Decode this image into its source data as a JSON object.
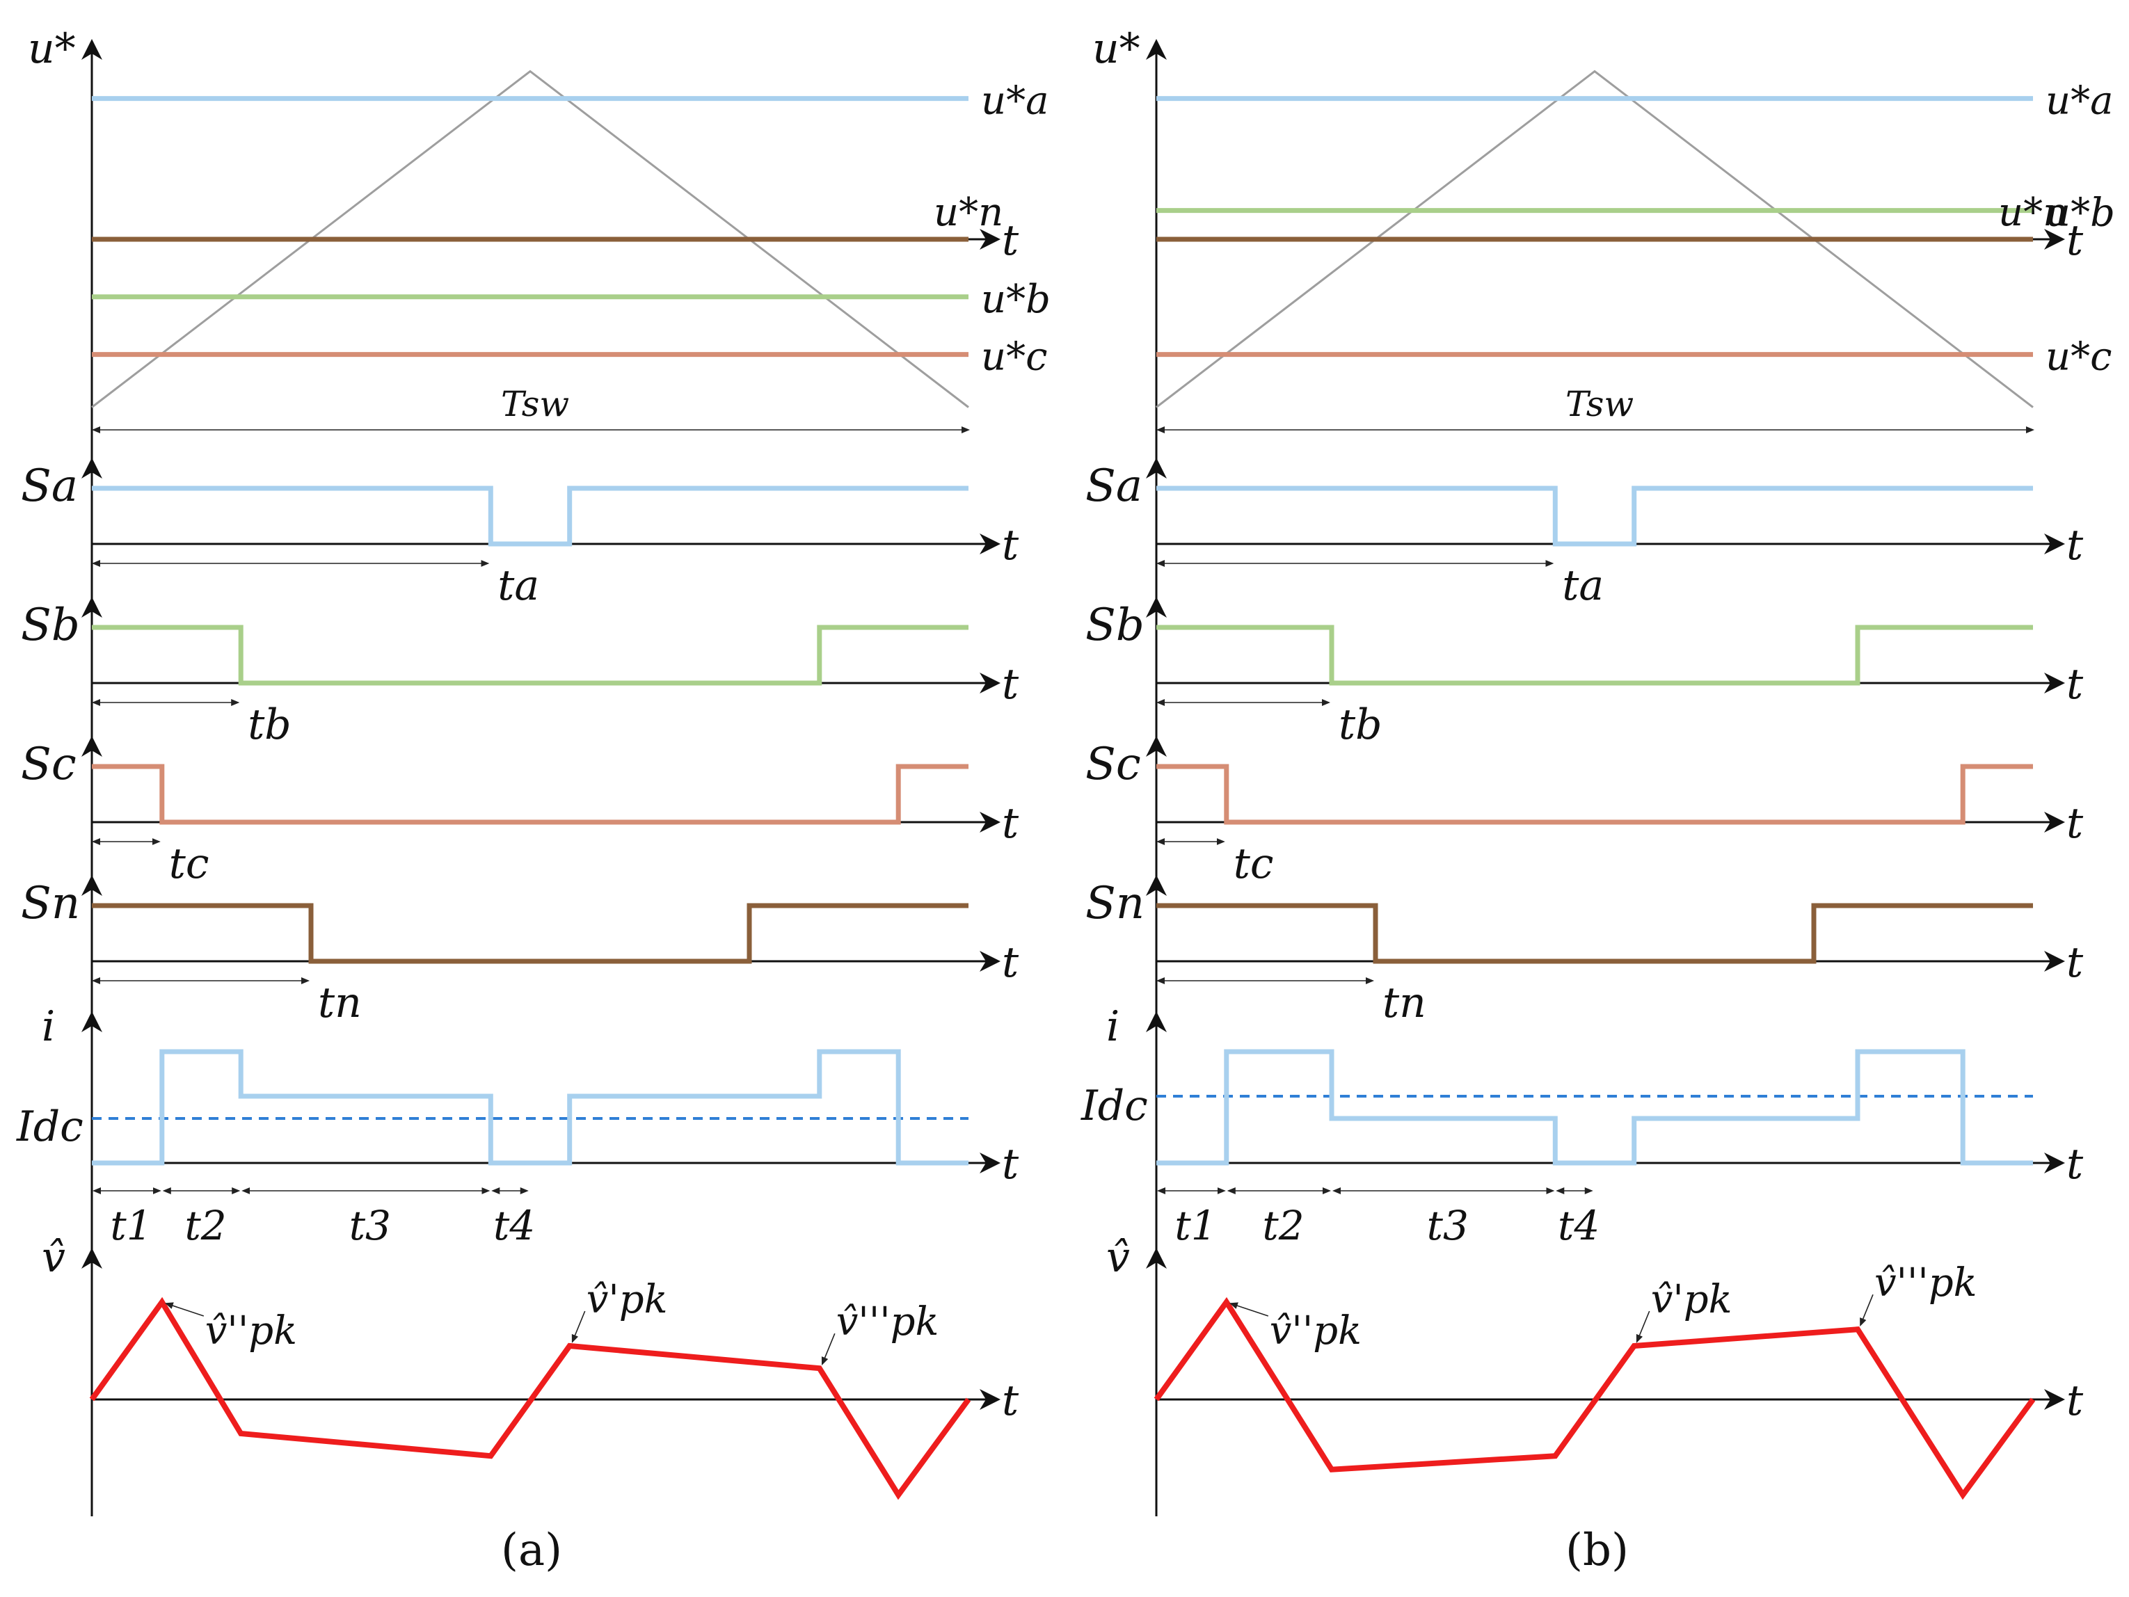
{
  "colors": {
    "phase_a": "#a8d0ee",
    "phase_b": "#a9cf8a",
    "phase_c": "#d58d74",
    "neutral": "#8a5f3a",
    "carrier": "#9e9e9e",
    "idc": "#2f7fd6",
    "vpk": "#ee1d1d"
  },
  "labels": {
    "u_star": "u*",
    "t": "t",
    "ua": "u*a",
    "un": "u*n",
    "ub": "u*b",
    "uc": "u*c",
    "tsw": "Tsw",
    "Sa": "Sa",
    "Sb": "Sb",
    "Sc": "Sc",
    "Sn": "Sn",
    "ta": "ta",
    "tb": "tb",
    "tc": "tc",
    "tn": "tn",
    "i": "i",
    "idc": "Idc",
    "t1": "t1",
    "t2": "t2",
    "t3": "t3",
    "t4": "t4",
    "vhat": "v̂",
    "vpk2": "v̂''pk",
    "vpk1": "v̂'pk",
    "vpk3": "v̂'''pk"
  },
  "panels": [
    {
      "caption": "(a)",
      "ref": {
        "ua": 0.88,
        "un": 0.0,
        "ub": -0.36,
        "uc": -0.72
      },
      "switch_times": {
        "ta": 0.455,
        "tb": 0.17,
        "tc": 0.08,
        "tn": 0.25
      },
      "current_levels": {
        "t2": 1.0,
        "t3": 0.6,
        "idc": 0.4
      },
      "voltage_vertices": [
        0,
        1.0,
        -0.35,
        -0.58,
        0.55,
        0.32,
        -0.98,
        0
      ]
    },
    {
      "caption": "(b)",
      "ref": {
        "ua": 0.88,
        "un": 0.0,
        "ub": 0.18,
        "uc": -0.72
      },
      "switch_times": {
        "ta": 0.455,
        "tb": 0.2,
        "tc": 0.08,
        "tn": 0.25
      },
      "current_levels": {
        "t2": 1.0,
        "t3": 0.4,
        "idc": 0.6
      },
      "voltage_vertices": [
        0,
        1.0,
        -0.72,
        -0.58,
        0.55,
        0.72,
        -0.98,
        0
      ]
    }
  ]
}
